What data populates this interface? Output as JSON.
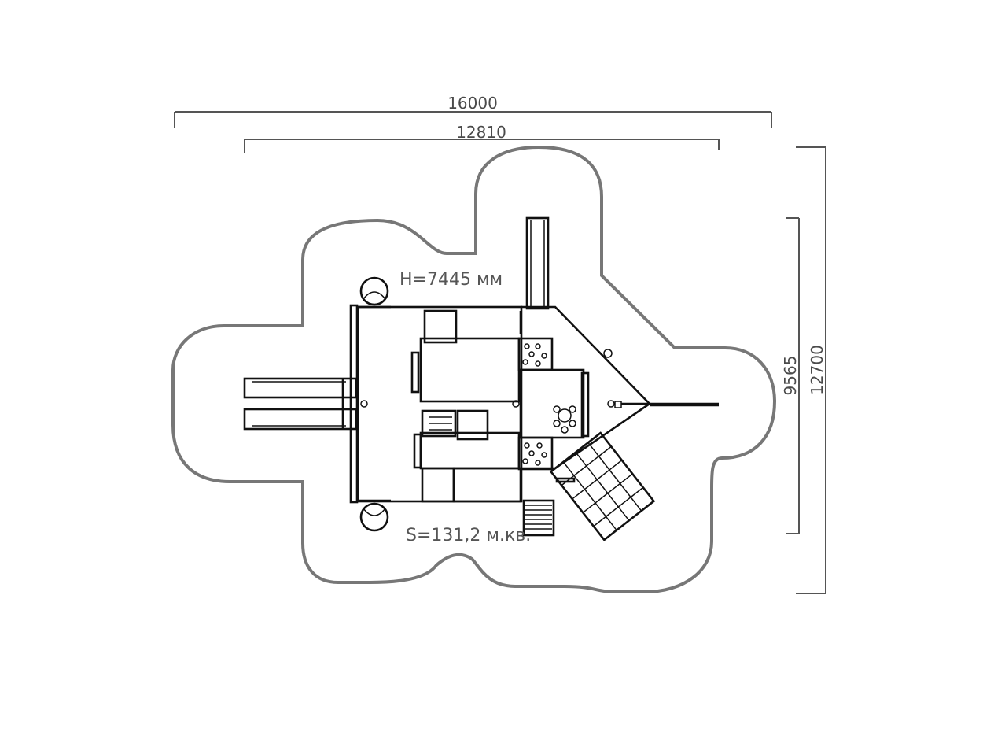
{
  "dimensions": {
    "overall_width": "16000",
    "structure_width": "12810",
    "structure_depth": "9565",
    "overall_depth": "12700"
  },
  "labels": {
    "height": "H=7445 мм",
    "area": "S=131,2 м.кв."
  },
  "colors": {
    "background": "#ffffff",
    "zone_outline": "#777777",
    "structure": "#111111",
    "dimension_line": "#555555"
  }
}
